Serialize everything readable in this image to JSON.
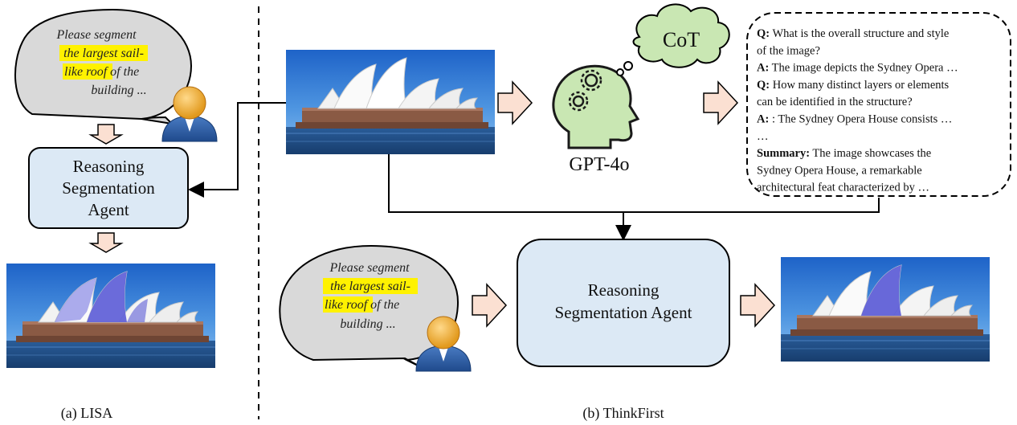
{
  "lisa": {
    "prompt_line1": "Please segment",
    "prompt_hl1": "the largest sail-",
    "prompt_hl2": "like roof",
    "prompt_tail": " of the",
    "prompt_line4": "building ...",
    "agent_line1": "Reasoning",
    "agent_line2": "Segmentation",
    "agent_line3": "Agent",
    "caption": "(a) LISA"
  },
  "thinkfirst": {
    "cot_bubble": "CoT",
    "model_label": "GPT-4o",
    "cot_lines": [
      {
        "bold": "Q:",
        "text": " What is the overall structure and style"
      },
      {
        "bold": "",
        "text": "of the image?"
      },
      {
        "bold": "A:",
        "text": " The image depicts the Sydney Opera …"
      },
      {
        "bold": "Q:",
        "text": " How many distinct layers or elements"
      },
      {
        "bold": "",
        "text": "can be identified in the structure?"
      },
      {
        "bold": "A:",
        "text": " : The Sydney Opera House consists …"
      },
      {
        "bold": "",
        "text": "…"
      },
      {
        "bold": "Summary:",
        "text": " The image showcases the"
      },
      {
        "bold": "",
        "text": "Sydney Opera House, a remarkable"
      },
      {
        "bold": "",
        "text": "architectural feat characterized by …"
      }
    ],
    "prompt_line1": "Please segment",
    "prompt_hl1": "the largest sail-",
    "prompt_hl2": "like roof",
    "prompt_tail": " of the",
    "prompt_line4": "building ...",
    "agent_line1": "Reasoning",
    "agent_line2": "Segmentation Agent",
    "caption": "(b) ThinkFirst"
  },
  "colors": {
    "agent_fill": "#dce9f5",
    "arrow_fill": "#fbe0d2",
    "bubble_fill": "#d9d9d9",
    "highlight": "#fff200",
    "mask": "#5b5bd6",
    "gpt_fill": "#c9e7b3"
  }
}
